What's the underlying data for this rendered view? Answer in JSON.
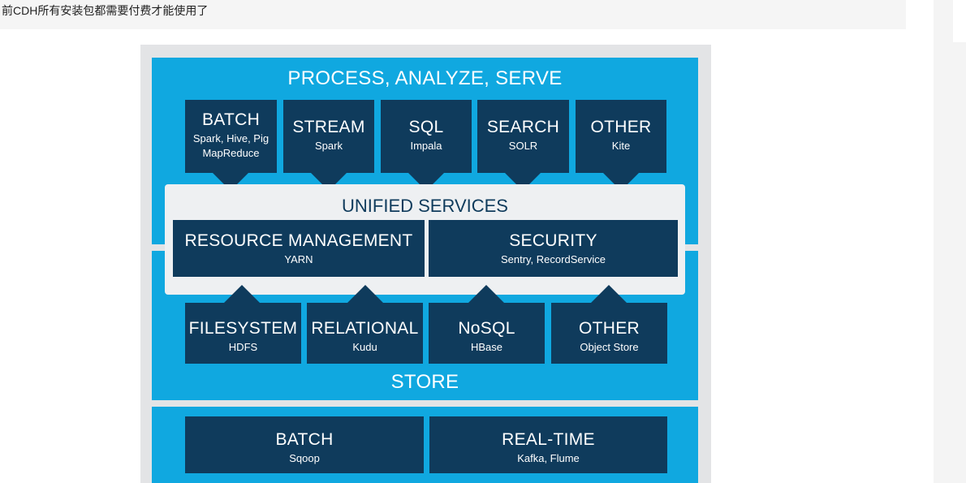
{
  "note": {
    "text": "前CDH所有安装包都需要付费才能使用了"
  },
  "diagram": {
    "process": {
      "title": "PROCESS, ANALYZE, SERVE",
      "boxes": [
        {
          "title": "BATCH",
          "sub": "Spark, Hive, Pig",
          "sub2": "MapReduce"
        },
        {
          "title": "STREAM",
          "sub": "Spark"
        },
        {
          "title": "SQL",
          "sub": "Impala"
        },
        {
          "title": "SEARCH",
          "sub": "SOLR"
        },
        {
          "title": "OTHER",
          "sub": "Kite"
        }
      ]
    },
    "unified": {
      "title": "UNIFIED SERVICES",
      "boxes": [
        {
          "title": "RESOURCE MANAGEMENT",
          "sub": "YARN"
        },
        {
          "title": "SECURITY",
          "sub": "Sentry, RecordService"
        }
      ]
    },
    "store": {
      "title": "STORE",
      "boxes": [
        {
          "title": "FILESYSTEM",
          "sub": "HDFS"
        },
        {
          "title": "RELATIONAL",
          "sub": "Kudu"
        },
        {
          "title": "NoSQL",
          "sub": "HBase"
        },
        {
          "title": "OTHER",
          "sub": "Object Store"
        }
      ]
    },
    "integrate": {
      "boxes": [
        {
          "title": "BATCH",
          "sub": "Sqoop"
        },
        {
          "title": "REAL-TIME",
          "sub": "Kafka, Flume"
        }
      ]
    },
    "colors": {
      "band": "#10a8e0",
      "box": "#0f3b5c",
      "panel": "#eef0f2"
    }
  }
}
